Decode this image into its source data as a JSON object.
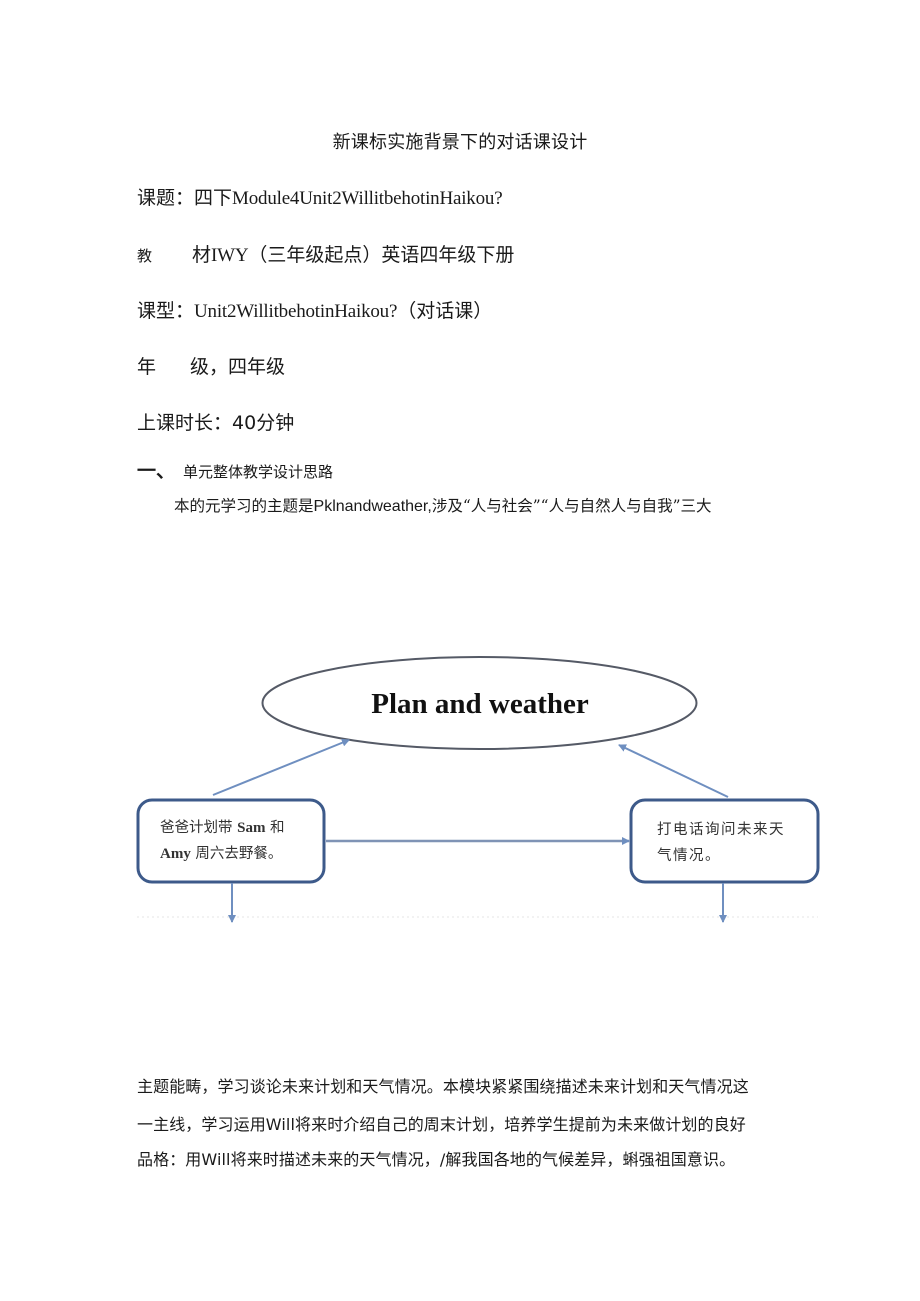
{
  "document": {
    "title": "新课标实施背景下的对话课设计",
    "meta": {
      "topic": {
        "label": "课题：",
        "prefix": "四下",
        "value_en": "Module4Unit2WillitbehotinHaikou?"
      },
      "textbook": {
        "label_1": "教",
        "label_2": "材",
        "value_en": "IWY",
        "value_zh": "（三年级起点）英语四年级下册"
      },
      "lesson_type": {
        "label": "课型：",
        "value_en": "Unit2WillitbehotinHaikou?",
        "value_zh": "（对话课）"
      },
      "grade": {
        "label_1": "年",
        "label_2": "级，",
        "value": "四年级"
      },
      "duration": {
        "label": "上课时长：",
        "value": "40分钟"
      }
    },
    "section_1": {
      "number": "一、",
      "heading": "单元整体教学设计思路",
      "intro": {
        "part_1": "本的元学习的主题是",
        "part_en": "Pklnandweather,",
        "part_2": "涉及“人与社会”“人与自然人与自我”三大"
      }
    },
    "diagram": {
      "center_label": "Plan and weather",
      "left_box": {
        "line_1_zh": "爸爸计划带 ",
        "line_1_en": "Sam",
        "line_1_tail": " 和",
        "line_2_en": "Amy",
        "line_2_zh": " 周六去野餐。"
      },
      "right_box": {
        "line_1": "打电话询问未来天",
        "line_2": "气情况。"
      },
      "colors": {
        "box_border": "#3d5a8a",
        "arrow": "#6f8fc0",
        "ellipse_border": "#555a66"
      }
    },
    "body_lines": [
      "主题能畴，学习谈论未来计划和天气情况。本模块紧紧围绕描述未来计划和天气情况这",
      "一主线，学习运用Will将来时介绍自己的周末计划，培养学生提前为未来做计划的良好",
      "品格：用Will将来时描述未来的天气情况，/解我国各地的气候差异，蝌强祖国意识。"
    ]
  }
}
